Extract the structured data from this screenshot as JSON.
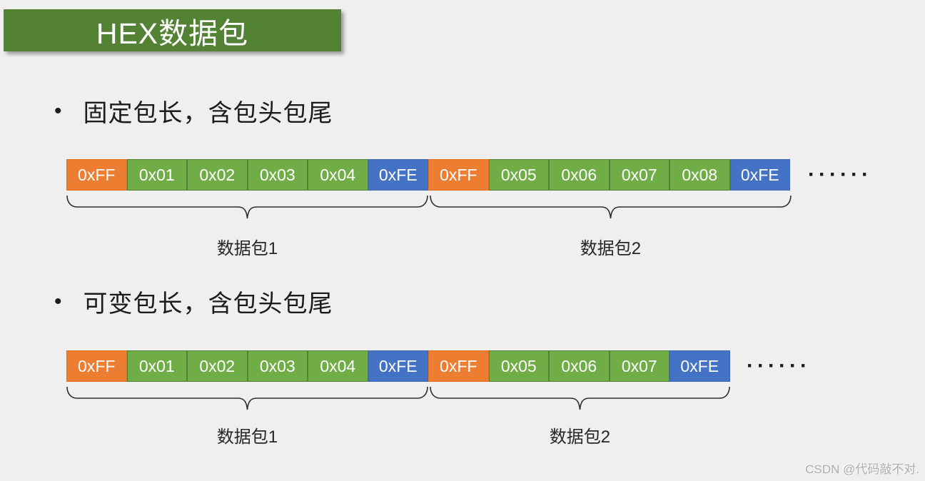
{
  "page": {
    "background": "#EFEFEF",
    "watermark": "CSDN @代码敲不对."
  },
  "title": {
    "text": "HEX数据包",
    "bg_color": "#548235",
    "text_color": "#FFFFFF"
  },
  "colors": {
    "header_byte": "#ED7D31",
    "data_byte": "#70AD47",
    "data_byte_border": "#548235",
    "tail_byte": "#4472C4",
    "brace": "#2E2E2E",
    "heading_text": "#1C1C1C"
  },
  "sections": [
    {
      "bullet": "•",
      "heading": "固定包长，含包头包尾",
      "ellipsis": "······",
      "packets": [
        {
          "label": "数据包1",
          "bytes": [
            {
              "value": "0xFF",
              "type": "header"
            },
            {
              "value": "0x01",
              "type": "data"
            },
            {
              "value": "0x02",
              "type": "data"
            },
            {
              "value": "0x03",
              "type": "data"
            },
            {
              "value": "0x04",
              "type": "data"
            },
            {
              "value": "0xFE",
              "type": "tail"
            }
          ]
        },
        {
          "label": "数据包2",
          "bytes": [
            {
              "value": "0xFF",
              "type": "header"
            },
            {
              "value": "0x05",
              "type": "data"
            },
            {
              "value": "0x06",
              "type": "data"
            },
            {
              "value": "0x07",
              "type": "data"
            },
            {
              "value": "0x08",
              "type": "data"
            },
            {
              "value": "0xFE",
              "type": "tail"
            }
          ]
        }
      ]
    },
    {
      "bullet": "•",
      "heading": "可变包长，含包头包尾",
      "ellipsis": "······",
      "packets": [
        {
          "label": "数据包1",
          "bytes": [
            {
              "value": "0xFF",
              "type": "header"
            },
            {
              "value": "0x01",
              "type": "data"
            },
            {
              "value": "0x02",
              "type": "data"
            },
            {
              "value": "0x03",
              "type": "data"
            },
            {
              "value": "0x04",
              "type": "data"
            },
            {
              "value": "0xFE",
              "type": "tail"
            }
          ]
        },
        {
          "label": "数据包2",
          "bytes": [
            {
              "value": "0xFF",
              "type": "header"
            },
            {
              "value": "0x05",
              "type": "data"
            },
            {
              "value": "0x06",
              "type": "data"
            },
            {
              "value": "0x07",
              "type": "data"
            },
            {
              "value": "0xFE",
              "type": "tail"
            }
          ]
        }
      ]
    }
  ]
}
